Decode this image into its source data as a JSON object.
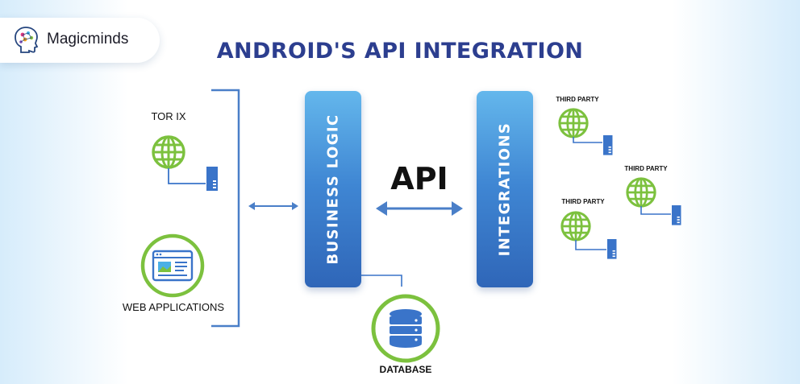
{
  "brand": {
    "name": "Magicminds"
  },
  "title": "ANDROID'S API INTEGRATION",
  "pillars": {
    "business_logic": "BUSINESS LOGIC",
    "integrations": "INTEGRATIONS"
  },
  "connector_label": "API",
  "sources": {
    "tor": "TOR IX",
    "web": "WEB APPLICATIONS"
  },
  "database": "DATABASE",
  "third_parties": [
    "THIRD PARTY",
    "THIRD PARTY",
    "THIRD PARTY"
  ],
  "colors": {
    "title": "#2c3e8f",
    "pillar": "#3f86d3",
    "connector": "#4a7fc8",
    "globe": "#7cc13e",
    "server": "#3a74c9"
  }
}
